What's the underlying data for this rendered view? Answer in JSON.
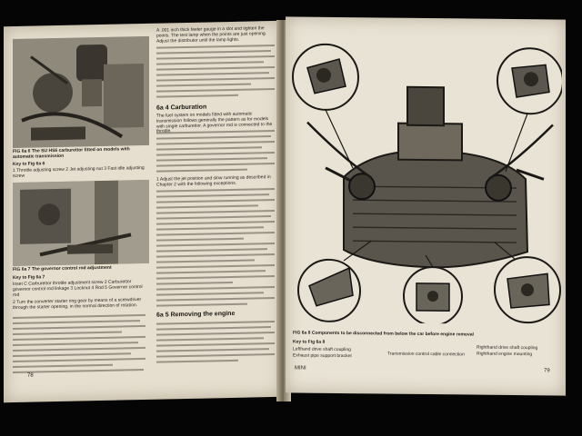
{
  "left_page": {
    "fig6_6_caption": "FIG 6a 6  The SU HS6 carburettor fitted on models with automatic transmission",
    "key_fig6_6": "Key to Fig 6a 6",
    "key_items_1": "1 Throttle adjusting screw  2 Jet adjusting nut  3 Fast idle adjusting screw",
    "fig6_7_caption": "FIG 6a 7  The governor control rod adjustment",
    "key_fig6_7": "Key to Fig 6a 7",
    "key_items_2": "Inset C Carburettor throttle adjustment screw  2 Carburettor governor control rod linkage  3 Locknut  4 Rod  5 Governor control rod",
    "section_6a4": "6a 4  Carburation",
    "section_6a5": "6a 5  Removing the engine",
    "para_top": "A .001 inch thick feeler gauge in a slot and tighten the points. The test lamp when the points are just opening. Adjust the distributor until the lamp lights.",
    "para_carb": "The fuel system on models fitted with automatic transmission follows generally the pattern as for models with single carburettor. A governor rod is connected to the throttle.",
    "para_steps": "1 Adjust the jet position and slow running as described in Chapter 2 with the following exceptions.",
    "para_bottom": "2 Turn the converter starter ring gear by means of a screwdriver through the starter opening, in the normal direction of rotation.",
    "page_number": "78"
  },
  "right_page": {
    "fig6_8_caption": "FIG 6a 8  Components to be disconnected from below the car before engine removal",
    "key_fig6_8": "Key to Fig 6a 8",
    "label_a": "Lefthand drive shaft coupling",
    "label_b": "Exhaust pipe support bracket",
    "label_c": "Transmission control cable connection",
    "label_d": "Righthand drive shaft coupling",
    "label_e": "Righthand engine mounting",
    "footer_left": "MINI",
    "page_number": "79"
  }
}
